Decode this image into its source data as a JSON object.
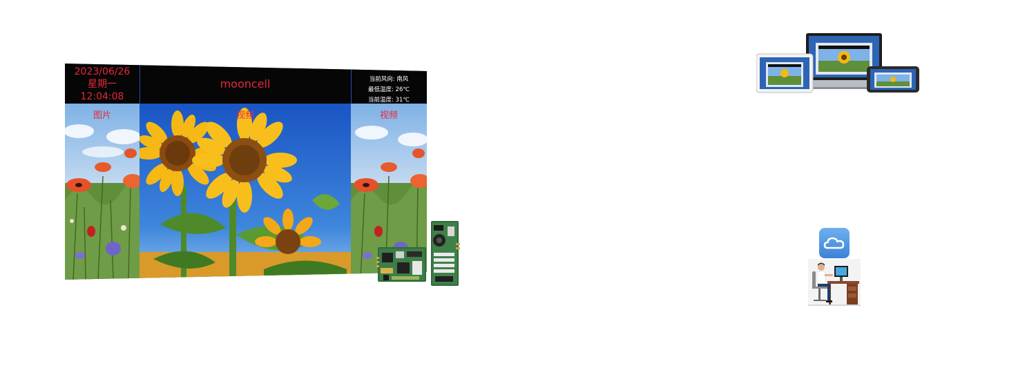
{
  "led_screen": {
    "date": "2023/06/26",
    "weekday": "星期一",
    "time": "12:04:08",
    "brand": "mooncell",
    "weather": {
      "wind": "当前风向: 南风",
      "low_temp": "最低温度: 26℃",
      "current_temp": "当前温度: 31℃"
    },
    "panels": [
      {
        "label": "图片"
      },
      {
        "label": "视频"
      },
      {
        "label": "视频"
      }
    ]
  },
  "icons": {
    "controller_cards": "circuit-board-icon",
    "multi_device": "laptop-tablet-phone-icon",
    "cloud_app": "cloud-icon",
    "desk_user": "person-at-computer-icon"
  },
  "colors": {
    "led_text": "#e8283a",
    "cloud_app_bg": "#4a90e2"
  }
}
